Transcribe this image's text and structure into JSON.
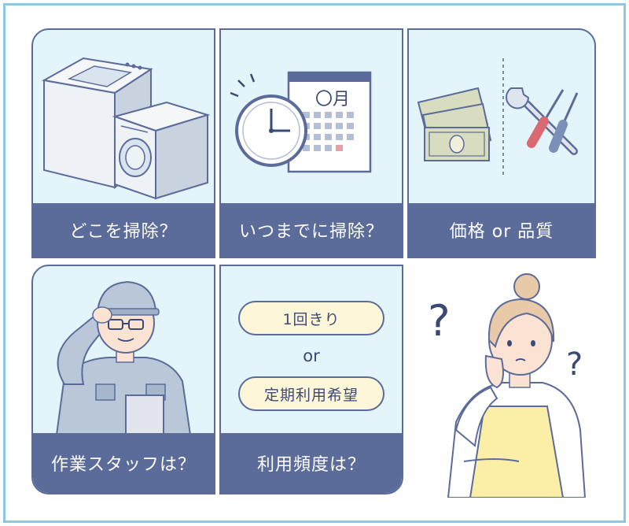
{
  "panels": {
    "where": {
      "caption": "どこを掃除？"
    },
    "when": {
      "caption": "いつまでに掃除？",
      "calendar_label": "〇月"
    },
    "price_quality": {
      "caption": "価格 or 品質"
    },
    "staff": {
      "caption": "作業スタッフは？"
    },
    "frequency": {
      "caption": "利用頻度は？",
      "option_once": "1回きり",
      "or_label": "or",
      "option_regular": "定期利用希望"
    }
  },
  "colors": {
    "panel_border": "#5b6b9a",
    "caption_bg": "#5b6b9a",
    "panel_bg": "#e4f4fb",
    "frame_border": "#8fc6e4",
    "pill_bg": "#fdf6d8"
  }
}
